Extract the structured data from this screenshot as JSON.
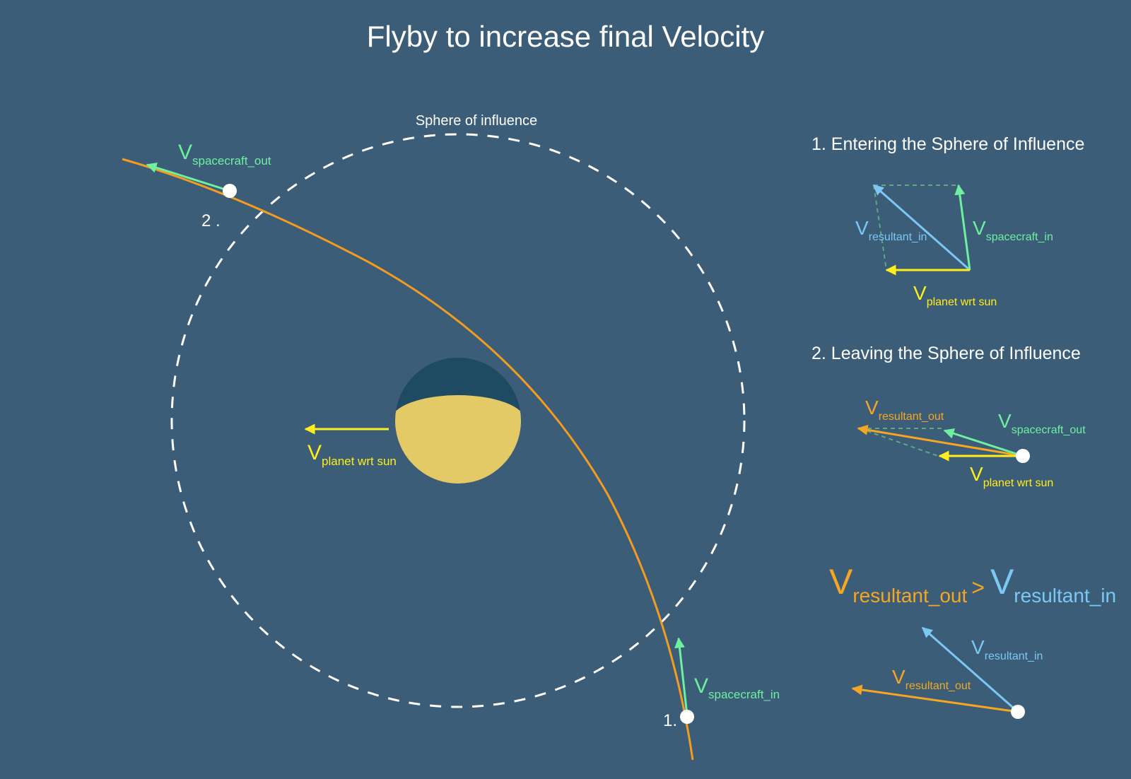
{
  "title": "Flyby to increase final Velocity",
  "sphere_label": "Sphere of influence",
  "points": {
    "in_label": "1.",
    "out_label": "2 ."
  },
  "symbols": {
    "v": "V",
    "gt": ">"
  },
  "subscripts": {
    "spacecraft_in": "spacecraft_in",
    "spacecraft_out": "spacecraft_out",
    "planet": "planet wrt sun",
    "resultant_in": "resultant_in",
    "resultant_out": "resultant_out"
  },
  "panel1": {
    "title": "1. Entering the Sphere of Influence"
  },
  "panel2": {
    "title": "2. Leaving the Sphere of Influence"
  },
  "colors": {
    "background": "#3b5d78",
    "trajectory": "#f39c1f",
    "spacecraft": "#6ef0a0",
    "planet_velocity": "#ffee1c",
    "resultant_in": "#7cc8f5",
    "resultant_out": "#f5a623",
    "planet_light": "#e3ca66",
    "planet_dark": "#1e4a63",
    "white": "#ffffff"
  }
}
